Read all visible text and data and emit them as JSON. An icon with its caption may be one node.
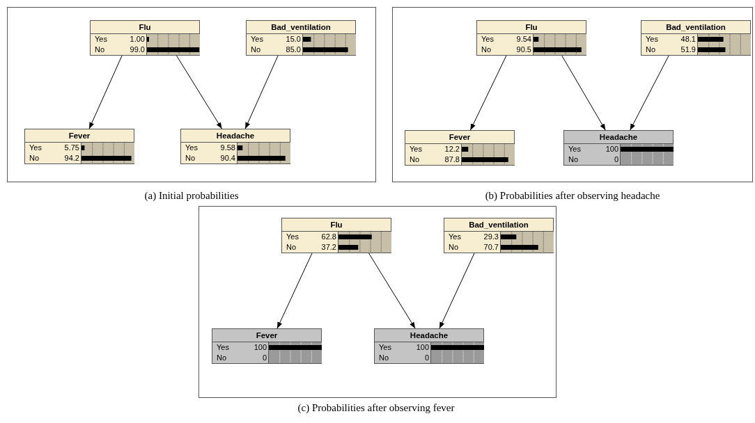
{
  "diagram": {
    "nodes": [
      {
        "text": [],
        "shape": "box",
        "beside": [
          "(a) Initial probabilities"
        ]
      },
      {
        "text": [
          "Flu",
          "Yes",
          "1.00",
          "No",
          "99.0"
        ],
        "in": 0
      },
      {
        "text": [
          "Bad_ventilation",
          "Yes",
          "15.0",
          "No",
          "85.0"
        ],
        "in": 0
      },
      {
        "text": [
          "Fever",
          "Yes",
          "5.75",
          "No",
          "94.2"
        ],
        "in": 0
      },
      {
        "text": [
          "Headache",
          "Yes",
          "9.58",
          "No",
          "90.4"
        ],
        "in": 0
      },
      {
        "text": [],
        "shape": "box",
        "beside": [
          "(b) Probabilities after observing headache"
        ]
      },
      {
        "text": [
          "Flu",
          "Yes",
          "9.54",
          "No",
          "90.5"
        ],
        "in": 5
      },
      {
        "text": [
          "Bad_ventilation",
          "Yes",
          "48.1",
          "No",
          "51.9"
        ],
        "in": 5
      },
      {
        "text": [
          "Fever",
          "Yes",
          "12.2",
          "No",
          "87.8"
        ],
        "in": 5
      },
      {
        "text": [
          "Headache",
          "Yes",
          "100",
          "No",
          "0"
        ],
        "in": 5
      },
      {
        "text": [],
        "shape": "box",
        "beside": [
          "(c) Probabilities after observing fever"
        ]
      },
      {
        "text": [
          "Flu",
          "Yes",
          "62.8",
          "No",
          "37.2"
        ],
        "in": 10
      },
      {
        "text": [
          "Bad_ventilation",
          "Yes",
          "29.3",
          "No",
          "70.7"
        ],
        "in": 10
      },
      {
        "text": [
          "Fever",
          "Yes",
          "100",
          "No",
          "0"
        ],
        "in": 10
      },
      {
        "text": [
          "Headache",
          "Yes",
          "100",
          "No",
          "0"
        ],
        "in": 10
      }
    ],
    "edges": [
      {
        "from": 1,
        "to": 3,
        "arrow": "to"
      },
      {
        "from": 1,
        "to": 4,
        "arrow": "to"
      },
      {
        "from": 2,
        "to": 4,
        "arrow": "to"
      },
      {
        "from": 6,
        "to": 8,
        "arrow": "to"
      },
      {
        "from": 6,
        "to": 9,
        "arrow": "to"
      },
      {
        "from": 7,
        "to": 9,
        "arrow": "to"
      },
      {
        "from": 11,
        "to": 13,
        "arrow": "to"
      },
      {
        "from": 11,
        "to": 14,
        "arrow": "to"
      },
      {
        "from": 12,
        "to": 14,
        "arrow": "to"
      }
    ]
  }
}
